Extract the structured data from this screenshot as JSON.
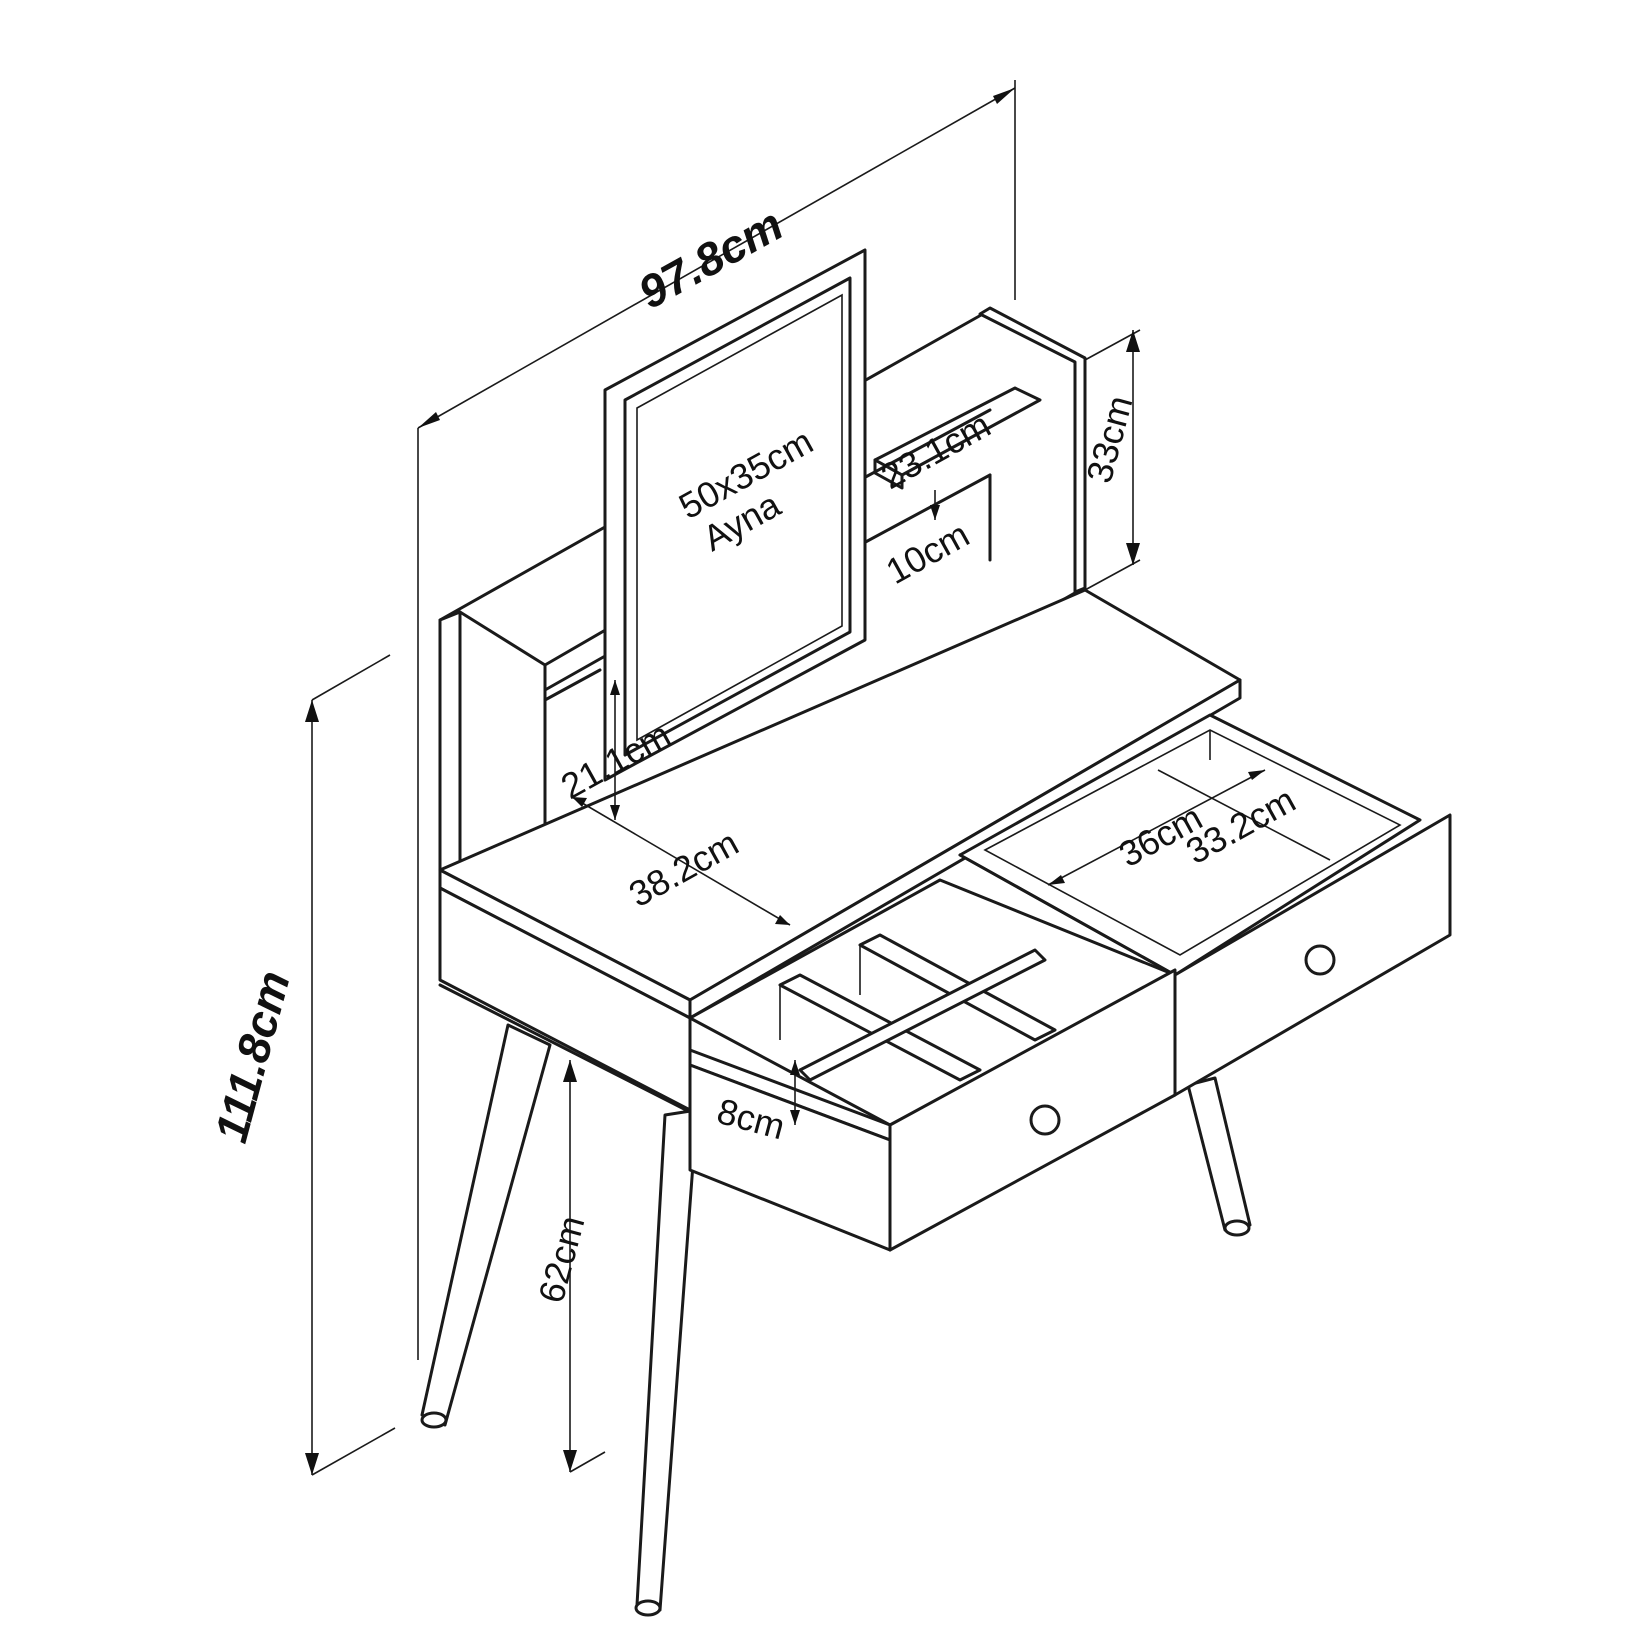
{
  "dimensions": {
    "width": "97.8cm",
    "height": "111.8cm",
    "mirror_size": "50x35cm",
    "mirror_label": "Ayna",
    "shelf_width": "23.1cm",
    "shelf_gap": "10cm",
    "hutch_height": "33cm",
    "left_shelf_height": "21.1cm",
    "desk_depth": "38.2cm",
    "drawer_inner_width": "36cm",
    "drawer_inner_depth": "33.2cm",
    "drawer_height": "8cm",
    "leg_height": "62cm"
  }
}
